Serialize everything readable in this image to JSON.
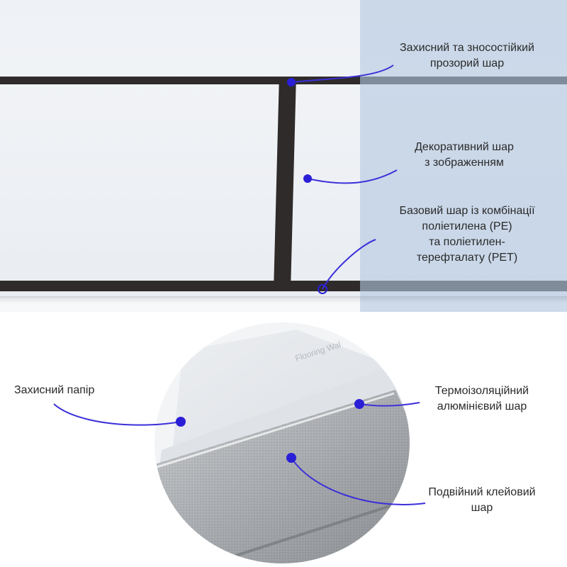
{
  "colors": {
    "accent_line": "#3b2fd9",
    "accent_dot": "#2a1fd6",
    "grout": "#2f2b2b",
    "tint": "#b4c8e1"
  },
  "callouts_top": [
    {
      "lines": [
        "Захисний та зносостійкий",
        "прозорий шар"
      ]
    },
    {
      "lines": [
        "Декоративний шар",
        "з зображенням"
      ]
    },
    {
      "lines": [
        "Базовий шар із комбінації",
        "поліетилена (PE)",
        "та поліетилен-",
        "терефталату (PET)"
      ]
    }
  ],
  "callouts_bottom": [
    {
      "lines": [
        "Захисний папір"
      ]
    },
    {
      "lines": [
        "Термоізоляційний",
        "алюмінієвий шар"
      ]
    },
    {
      "lines": [
        "Подвійний клейовий",
        "шар"
      ]
    }
  ],
  "backing_print_text": "Flooring Wal"
}
